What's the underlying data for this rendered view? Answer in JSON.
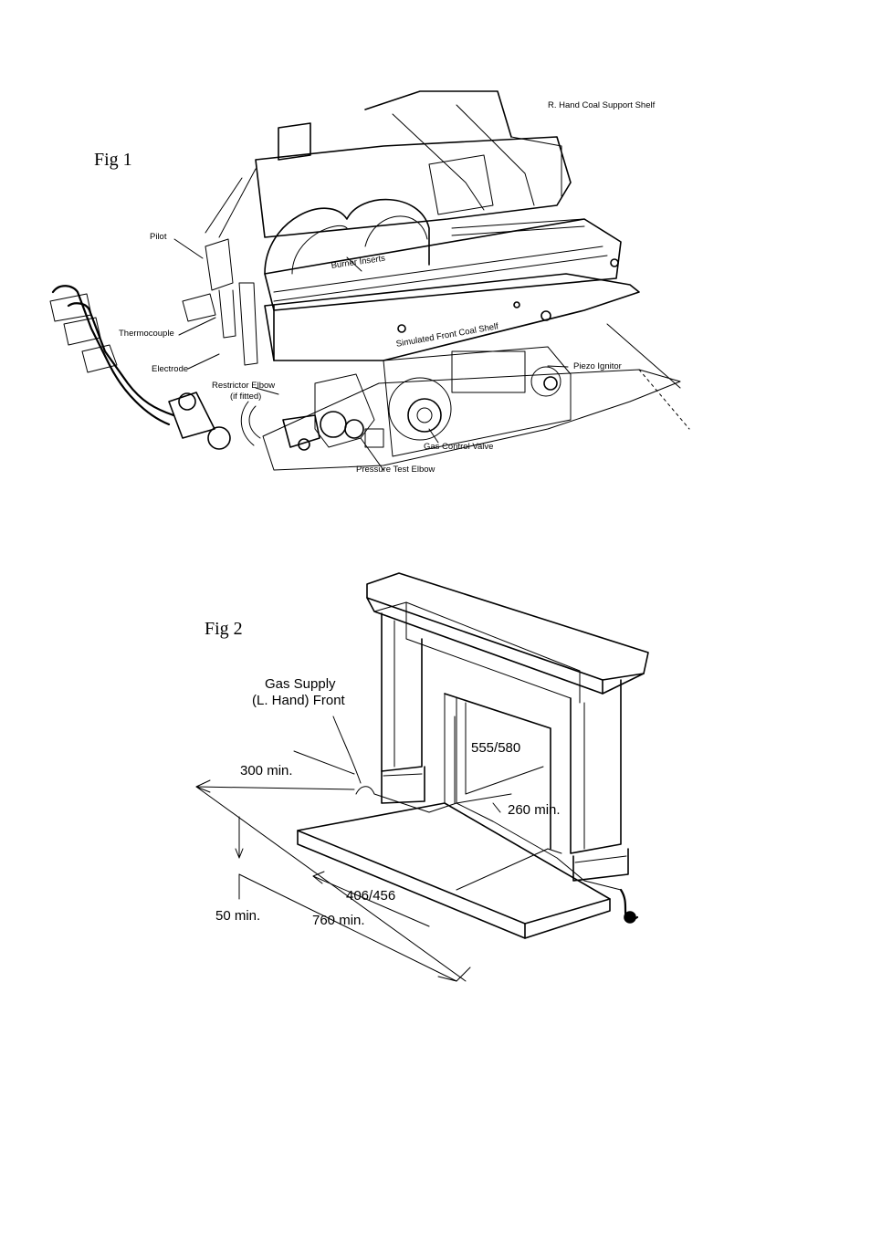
{
  "fig1": {
    "title": "Fig 1",
    "labels": {
      "coal_shelf": "R. Hand Coal Support Shelf",
      "pilot": "Pilot",
      "burner_inserts": "Burner Inserts",
      "thermocouple": "Thermocouple",
      "simulated_front": "Simulated Front Coal Shelf",
      "piezo": "Piezo Ignitor",
      "electrode": "Electrode",
      "restrictor": "Restrictor Elbow",
      "restrictor_note": "(if fitted)",
      "gas_valve": "Gas Control Valve",
      "pressure_elbow": "Pressure Test Elbow"
    }
  },
  "fig2": {
    "title": "Fig 2",
    "labels": {
      "gas_supply_1": "Gas Supply",
      "gas_supply_2": "(L. Hand) Front",
      "height": "555/580",
      "min300": "300 min.",
      "min260": "260 min.",
      "width": "406/456",
      "min50": "50 min.",
      "min760": "760 min."
    }
  }
}
